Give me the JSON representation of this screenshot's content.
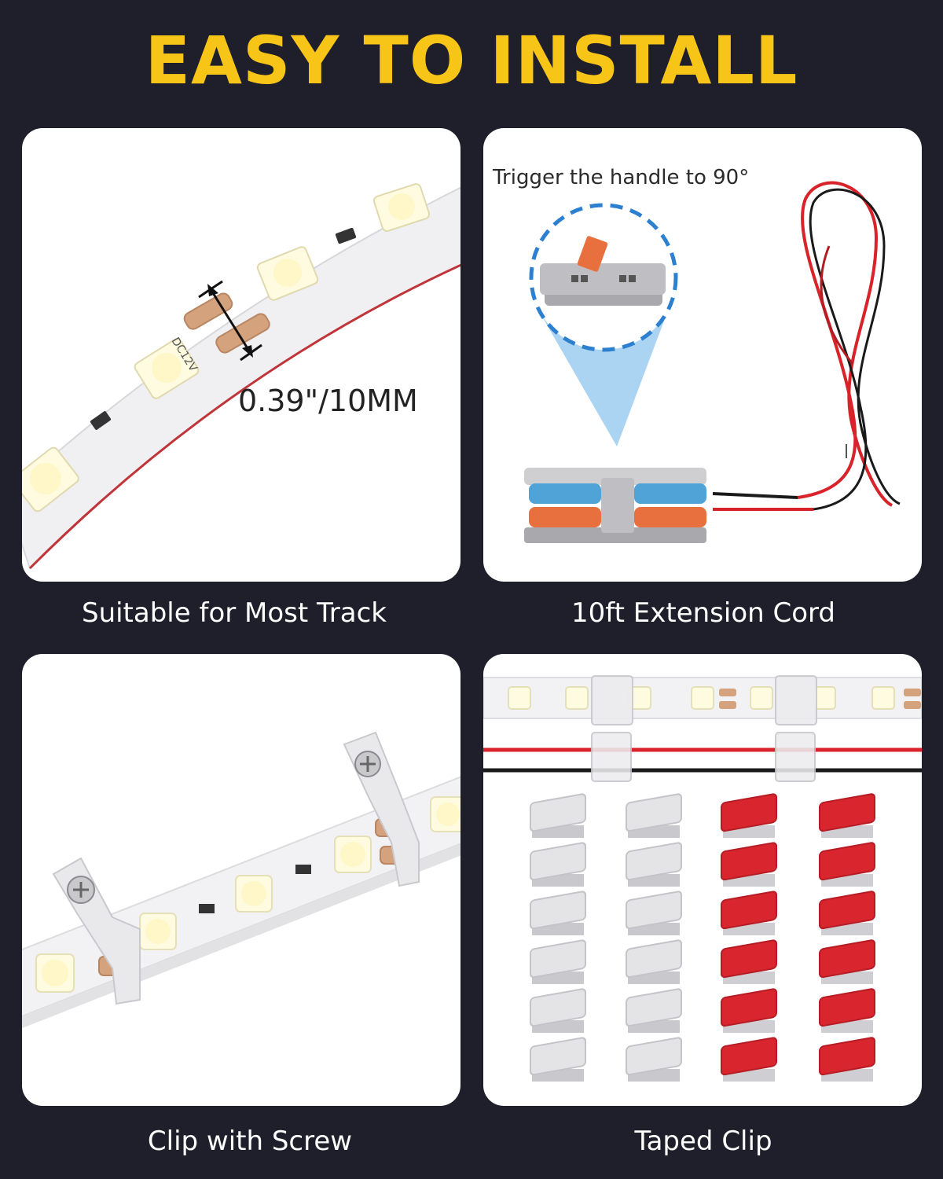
{
  "headline": "EASY TO INSTALL",
  "panels": {
    "track": {
      "caption": "Suitable for Most Track",
      "width_label": "0.39\"/10MM",
      "strip_marking": "DC12V"
    },
    "cord": {
      "caption": "10ft Extension Cord",
      "instruction": "Trigger the handle to 90°"
    },
    "screw_clip": {
      "caption": "Clip with Screw"
    },
    "taped_clip": {
      "caption": "Taped Clip"
    }
  },
  "colors": {
    "background": "#1f1e2b",
    "headline": "#f7c518",
    "led": "#fffbe0",
    "copper": "#d4a27c",
    "wire_red": "#d8232a",
    "wire_black": "#1a1a1a",
    "lever_blue": "#4fa3d6",
    "lever_orange": "#e8703f",
    "tape_red": "#d9252e"
  }
}
